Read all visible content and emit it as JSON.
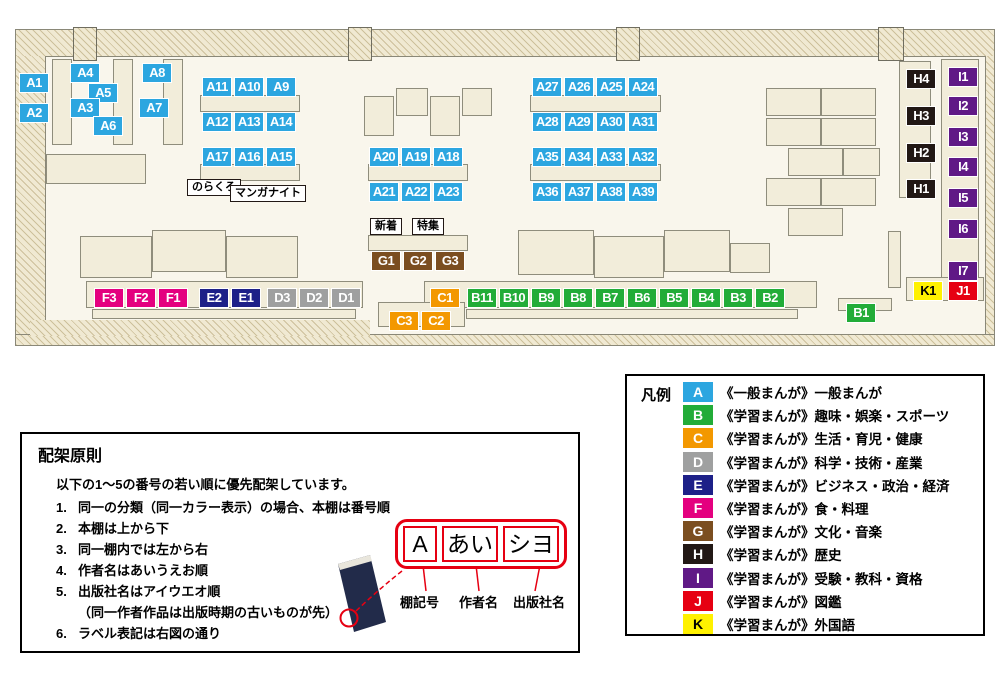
{
  "colors": {
    "A": "#2ca6e0",
    "B": "#22ac38",
    "C": "#f39800",
    "D": "#9fa0a0",
    "E": "#1d2088",
    "F": "#e4007f",
    "G": "#7b4e20",
    "H": "#221815",
    "I": "#601986",
    "J": "#e60012",
    "K": "#fff100"
  },
  "map": {
    "labels": [
      [
        "A1",
        19,
        73
      ],
      [
        "A2",
        19,
        103
      ],
      [
        "A4",
        70,
        63
      ],
      [
        "A5",
        88,
        83
      ],
      [
        "A3",
        70,
        98
      ],
      [
        "A6",
        93,
        116
      ],
      [
        "A8",
        142,
        63
      ],
      [
        "A7",
        139,
        98
      ],
      [
        "A11",
        202,
        77
      ],
      [
        "A10",
        234,
        77
      ],
      [
        "A9",
        266,
        77
      ],
      [
        "A12",
        202,
        112
      ],
      [
        "A13",
        234,
        112
      ],
      [
        "A14",
        266,
        112
      ],
      [
        "A27",
        532,
        77
      ],
      [
        "A26",
        564,
        77
      ],
      [
        "A25",
        596,
        77
      ],
      [
        "A24",
        628,
        77
      ],
      [
        "A28",
        532,
        112
      ],
      [
        "A29",
        564,
        112
      ],
      [
        "A30",
        596,
        112
      ],
      [
        "A31",
        628,
        112
      ],
      [
        "A17",
        202,
        147
      ],
      [
        "A16",
        234,
        147
      ],
      [
        "A15",
        266,
        147
      ],
      [
        "A20",
        369,
        147
      ],
      [
        "A19",
        401,
        147
      ],
      [
        "A18",
        433,
        147
      ],
      [
        "A21",
        369,
        182
      ],
      [
        "A22",
        401,
        182
      ],
      [
        "A23",
        433,
        182
      ],
      [
        "A35",
        532,
        147
      ],
      [
        "A34",
        564,
        147
      ],
      [
        "A33",
        596,
        147
      ],
      [
        "A32",
        628,
        147
      ],
      [
        "A36",
        532,
        182
      ],
      [
        "A37",
        564,
        182
      ],
      [
        "A38",
        596,
        182
      ],
      [
        "A39",
        628,
        182
      ],
      [
        "G1",
        371,
        251
      ],
      [
        "G2",
        403,
        251
      ],
      [
        "G3",
        435,
        251
      ],
      [
        "F3",
        94,
        288
      ],
      [
        "F2",
        126,
        288
      ],
      [
        "F1",
        158,
        288
      ],
      [
        "E2",
        199,
        288
      ],
      [
        "E1",
        231,
        288
      ],
      [
        "D3",
        267,
        288
      ],
      [
        "D2",
        299,
        288
      ],
      [
        "D1",
        331,
        288
      ],
      [
        "C1",
        430,
        288
      ],
      [
        "B11",
        467,
        288
      ],
      [
        "B10",
        499,
        288
      ],
      [
        "B9",
        531,
        288
      ],
      [
        "B8",
        563,
        288
      ],
      [
        "B7",
        595,
        288
      ],
      [
        "B6",
        627,
        288
      ],
      [
        "B5",
        659,
        288
      ],
      [
        "B4",
        691,
        288
      ],
      [
        "B3",
        723,
        288
      ],
      [
        "B2",
        755,
        288
      ],
      [
        "C3",
        389,
        311
      ],
      [
        "C2",
        421,
        311
      ],
      [
        "B1",
        846,
        303
      ],
      [
        "H4",
        906,
        69
      ],
      [
        "H3",
        906,
        106
      ],
      [
        "H2",
        906,
        143
      ],
      [
        "H1",
        906,
        179
      ],
      [
        "I1",
        948,
        67
      ],
      [
        "I2",
        948,
        96
      ],
      [
        "I3",
        948,
        127
      ],
      [
        "I4",
        948,
        157
      ],
      [
        "I5",
        948,
        188
      ],
      [
        "I6",
        948,
        219
      ],
      [
        "I7",
        948,
        261
      ],
      [
        "K1",
        913,
        281
      ],
      [
        "J1",
        948,
        281
      ]
    ],
    "tags": [
      [
        "のらくろ",
        187,
        179
      ],
      [
        "マンガナイト",
        230,
        185
      ],
      [
        "新着",
        370,
        218
      ],
      [
        "特集",
        412,
        218
      ]
    ],
    "blocks": [
      [
        52,
        59,
        20,
        86
      ],
      [
        113,
        59,
        20,
        86
      ],
      [
        163,
        59,
        20,
        86
      ],
      [
        46,
        154,
        100,
        30
      ],
      [
        200,
        95,
        100,
        17
      ],
      [
        530,
        95,
        131,
        17
      ],
      [
        200,
        164,
        100,
        17
      ],
      [
        368,
        164,
        100,
        17
      ],
      [
        530,
        164,
        131,
        17
      ],
      [
        364,
        96,
        30,
        40
      ],
      [
        396,
        88,
        32,
        28
      ],
      [
        430,
        96,
        30,
        40
      ],
      [
        462,
        88,
        30,
        28
      ],
      [
        368,
        235,
        100,
        16
      ],
      [
        80,
        236,
        72,
        42
      ],
      [
        152,
        230,
        74,
        42
      ],
      [
        226,
        236,
        72,
        42
      ],
      [
        518,
        230,
        76,
        45
      ],
      [
        594,
        236,
        70,
        42
      ],
      [
        664,
        230,
        66,
        42
      ],
      [
        730,
        243,
        40,
        30
      ],
      [
        86,
        281,
        277,
        27
      ],
      [
        92,
        309,
        264,
        10
      ],
      [
        424,
        281,
        393,
        27
      ],
      [
        466,
        309,
        332,
        10
      ],
      [
        378,
        302,
        87,
        25
      ],
      [
        838,
        298,
        54,
        13
      ],
      [
        766,
        88,
        55,
        28
      ],
      [
        821,
        88,
        55,
        28
      ],
      [
        766,
        118,
        55,
        28
      ],
      [
        821,
        118,
        55,
        28
      ],
      [
        788,
        148,
        55,
        28
      ],
      [
        843,
        148,
        37,
        28
      ],
      [
        766,
        178,
        55,
        28
      ],
      [
        821,
        178,
        55,
        28
      ],
      [
        788,
        208,
        55,
        28
      ],
      [
        899,
        61,
        32,
        137
      ],
      [
        941,
        59,
        38,
        238
      ],
      [
        888,
        231,
        13,
        57
      ],
      [
        906,
        277,
        78,
        24
      ]
    ],
    "stubs": [
      [
        73,
        27,
        24,
        34
      ],
      [
        348,
        27,
        24,
        34
      ],
      [
        616,
        27,
        24,
        34
      ],
      [
        878,
        27,
        26,
        34
      ]
    ]
  },
  "principles": {
    "title": "配架原則",
    "intro": "以下の1～5の番号の若い順に優先配架しています。",
    "items": [
      {
        "n": "1.",
        "t": "同一の分類（同一カラー表示）の場合、本棚は番号順"
      },
      {
        "n": "2.",
        "t": "本棚は上から下"
      },
      {
        "n": "3.",
        "t": "同一棚内では左から右"
      },
      {
        "n": "4.",
        "t": "作者名はあいうえお順"
      },
      {
        "n": "5.",
        "t": "出版社名はアイウエオ順"
      },
      {
        "n": "",
        "t": "（同一作者作品は出版時期の古いものが先）"
      },
      {
        "n": "6.",
        "t": "ラベル表記は右図の通り"
      }
    ],
    "diagram": {
      "parts": [
        "A",
        "あい",
        "シヨ"
      ],
      "annotations": [
        "棚記号",
        "作者名",
        "出版社名"
      ]
    }
  },
  "legend": {
    "title": "凡例",
    "entries": [
      {
        "letter": "A",
        "category": "《一般まんが》",
        "label": "一般まんが"
      },
      {
        "letter": "B",
        "category": "《学習まんが》",
        "label": "趣味・娯楽・スポーツ"
      },
      {
        "letter": "C",
        "category": "《学習まんが》",
        "label": "生活・育児・健康"
      },
      {
        "letter": "D",
        "category": "《学習まんが》",
        "label": "科学・技術・産業"
      },
      {
        "letter": "E",
        "category": "《学習まんが》",
        "label": "ビジネス・政治・経済"
      },
      {
        "letter": "F",
        "category": "《学習まんが》",
        "label": "食・料理"
      },
      {
        "letter": "G",
        "category": "《学習まんが》",
        "label": "文化・音楽"
      },
      {
        "letter": "H",
        "category": "《学習まんが》",
        "label": "歴史"
      },
      {
        "letter": "I",
        "category": "《学習まんが》",
        "label": "受験・教科・資格"
      },
      {
        "letter": "J",
        "category": "《学習まんが》",
        "label": "図鑑"
      },
      {
        "letter": "K",
        "category": "《学習まんが》",
        "label": "外国語"
      }
    ]
  }
}
